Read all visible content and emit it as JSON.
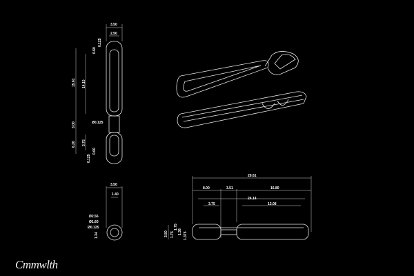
{
  "brand": {
    "logo_text": "Cmmwlth"
  },
  "side_view": {
    "labels": [
      "3.50",
      "2.50",
      "0.125",
      "0.60",
      "15.61",
      "14.10",
      "3.00",
      "Ø0.125",
      "6.20",
      "3.75",
      "0.60",
      "0.125"
    ]
  },
  "front_view": {
    "labels": [
      "3.50",
      "1.40",
      "Ø2.56",
      "Ø1.60",
      "Ø0.125",
      "1.34"
    ]
  },
  "top_view": {
    "labels": [
      "29.61",
      "8.00",
      "3.51",
      "16.80",
      "24.14",
      "3.75",
      "13.08",
      "3.50",
      "1.75",
      "1.75",
      "1.38",
      "1.375"
    ]
  },
  "colors": {
    "background": "#000000",
    "lines": "#e8e8e8"
  }
}
